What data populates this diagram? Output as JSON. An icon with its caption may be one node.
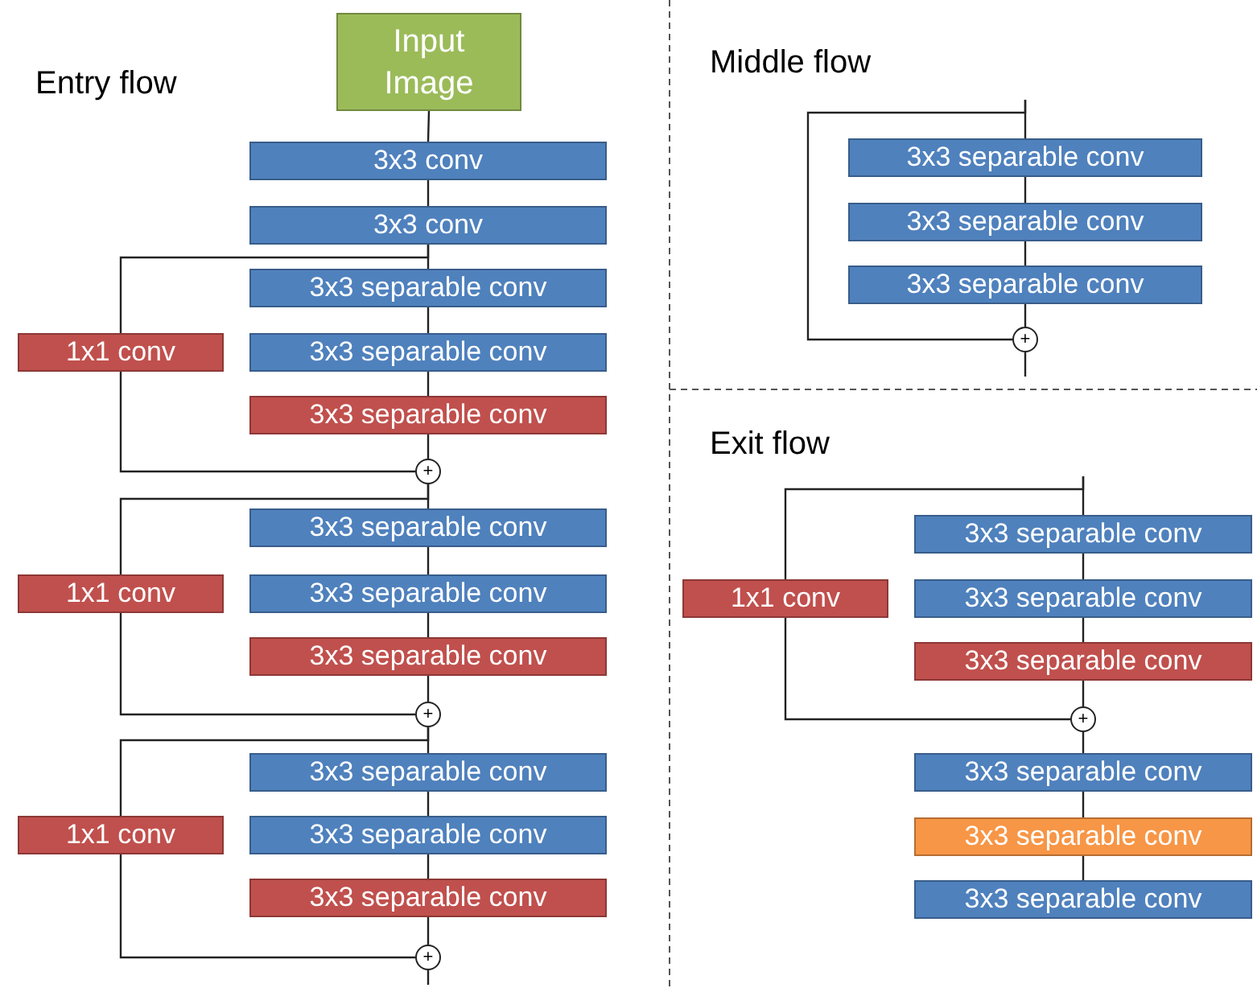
{
  "diagram": {
    "nodes": [
      {
        "text": [
          "Input Image"
        ]
      },
      {
        "text": [
          "3x3 conv"
        ]
      },
      {
        "text": [
          "3x3 conv"
        ]
      },
      {
        "text": [
          "3x3 separable conv"
        ]
      },
      {
        "text": [
          "1x1 conv"
        ]
      },
      {
        "text": [
          "3x3 separable conv"
        ]
      },
      {
        "text": [
          "3x3 separable conv"
        ]
      },
      {
        "text": [
          "+"
        ]
      },
      {
        "text": [
          "3x3 separable conv"
        ]
      },
      {
        "text": [
          "1x1 conv"
        ]
      },
      {
        "text": [
          "3x3 separable conv"
        ]
      },
      {
        "text": [
          "3x3 separable conv"
        ]
      },
      {
        "text": [
          "+"
        ]
      },
      {
        "text": [
          "3x3 separable conv"
        ]
      },
      {
        "text": [
          "1x1 conv"
        ]
      },
      {
        "text": [
          "3x3 separable conv"
        ]
      },
      {
        "text": [
          "3x3 separable conv"
        ]
      },
      {
        "text": [
          "+"
        ]
      },
      {
        "text": [
          "3x3 separable conv"
        ]
      },
      {
        "text": [
          "3x3 separable conv"
        ]
      },
      {
        "text": [
          "3x3 separable conv"
        ]
      },
      {
        "text": [
          "+"
        ]
      },
      {
        "text": [
          "3x3 separable conv"
        ]
      },
      {
        "text": [
          "1x1 conv"
        ]
      },
      {
        "text": [
          "3x3 separable conv"
        ]
      },
      {
        "text": [
          "3x3 separable conv"
        ]
      },
      {
        "text": [
          "+"
        ]
      },
      {
        "text": [
          "3x3 separable conv"
        ]
      },
      {
        "text": [
          "3x3 separable conv"
        ]
      },
      {
        "text": [
          "3x3 separable conv"
        ]
      }
    ],
    "edges": [
      {
        "from": 0,
        "to": 1,
        "arrow": "none"
      },
      {
        "from": 1,
        "to": 2,
        "arrow": "none"
      },
      {
        "from": 2,
        "to": 3,
        "arrow": "none"
      },
      {
        "from": 2,
        "to": 4,
        "arrow": "none"
      },
      {
        "from": 3,
        "to": 5,
        "arrow": "none"
      },
      {
        "from": 5,
        "to": 6,
        "arrow": "none"
      },
      {
        "from": 6,
        "to": 7,
        "arrow": "none"
      },
      {
        "from": 4,
        "to": 7,
        "arrow": "none"
      },
      {
        "from": 7,
        "to": 8,
        "arrow": "none"
      },
      {
        "from": 7,
        "to": 9,
        "arrow": "none"
      },
      {
        "from": 8,
        "to": 10,
        "arrow": "none"
      },
      {
        "from": 10,
        "to": 11,
        "arrow": "none"
      },
      {
        "from": 11,
        "to": 12,
        "arrow": "none"
      },
      {
        "from": 9,
        "to": 12,
        "arrow": "none"
      },
      {
        "from": 12,
        "to": 13,
        "arrow": "none"
      },
      {
        "from": 12,
        "to": 14,
        "arrow": "none"
      },
      {
        "from": 13,
        "to": 15,
        "arrow": "none"
      },
      {
        "from": 15,
        "to": 16,
        "arrow": "none"
      },
      {
        "from": 16,
        "to": 17,
        "arrow": "none"
      },
      {
        "from": 14,
        "to": 17,
        "arrow": "none"
      },
      {
        "from": 17,
        "to": null,
        "arrow": "none"
      },
      {
        "from": null,
        "to": 18,
        "arrow": "none"
      },
      {
        "from": null,
        "to": 21,
        "arrow": "none"
      },
      {
        "from": 18,
        "to": 19,
        "arrow": "none"
      },
      {
        "from": 19,
        "to": 20,
        "arrow": "none"
      },
      {
        "from": 20,
        "to": 21,
        "arrow": "none"
      },
      {
        "from": 21,
        "to": null,
        "arrow": "none"
      },
      {
        "from": null,
        "to": 22,
        "arrow": "none"
      },
      {
        "from": null,
        "to": 23,
        "arrow": "none"
      },
      {
        "from": 22,
        "to": 24,
        "arrow": "none"
      },
      {
        "from": 24,
        "to": 25,
        "arrow": "none"
      },
      {
        "from": 25,
        "to": 26,
        "arrow": "none"
      },
      {
        "from": 23,
        "to": 26,
        "arrow": "none"
      },
      {
        "from": 26,
        "to": 27,
        "arrow": "none"
      },
      {
        "from": 27,
        "to": 28,
        "arrow": "none"
      },
      {
        "from": 28,
        "to": 29,
        "arrow": "none"
      }
    ],
    "labels": [
      "Entry flow",
      "Middle flow",
      "Exit flow"
    ]
  }
}
